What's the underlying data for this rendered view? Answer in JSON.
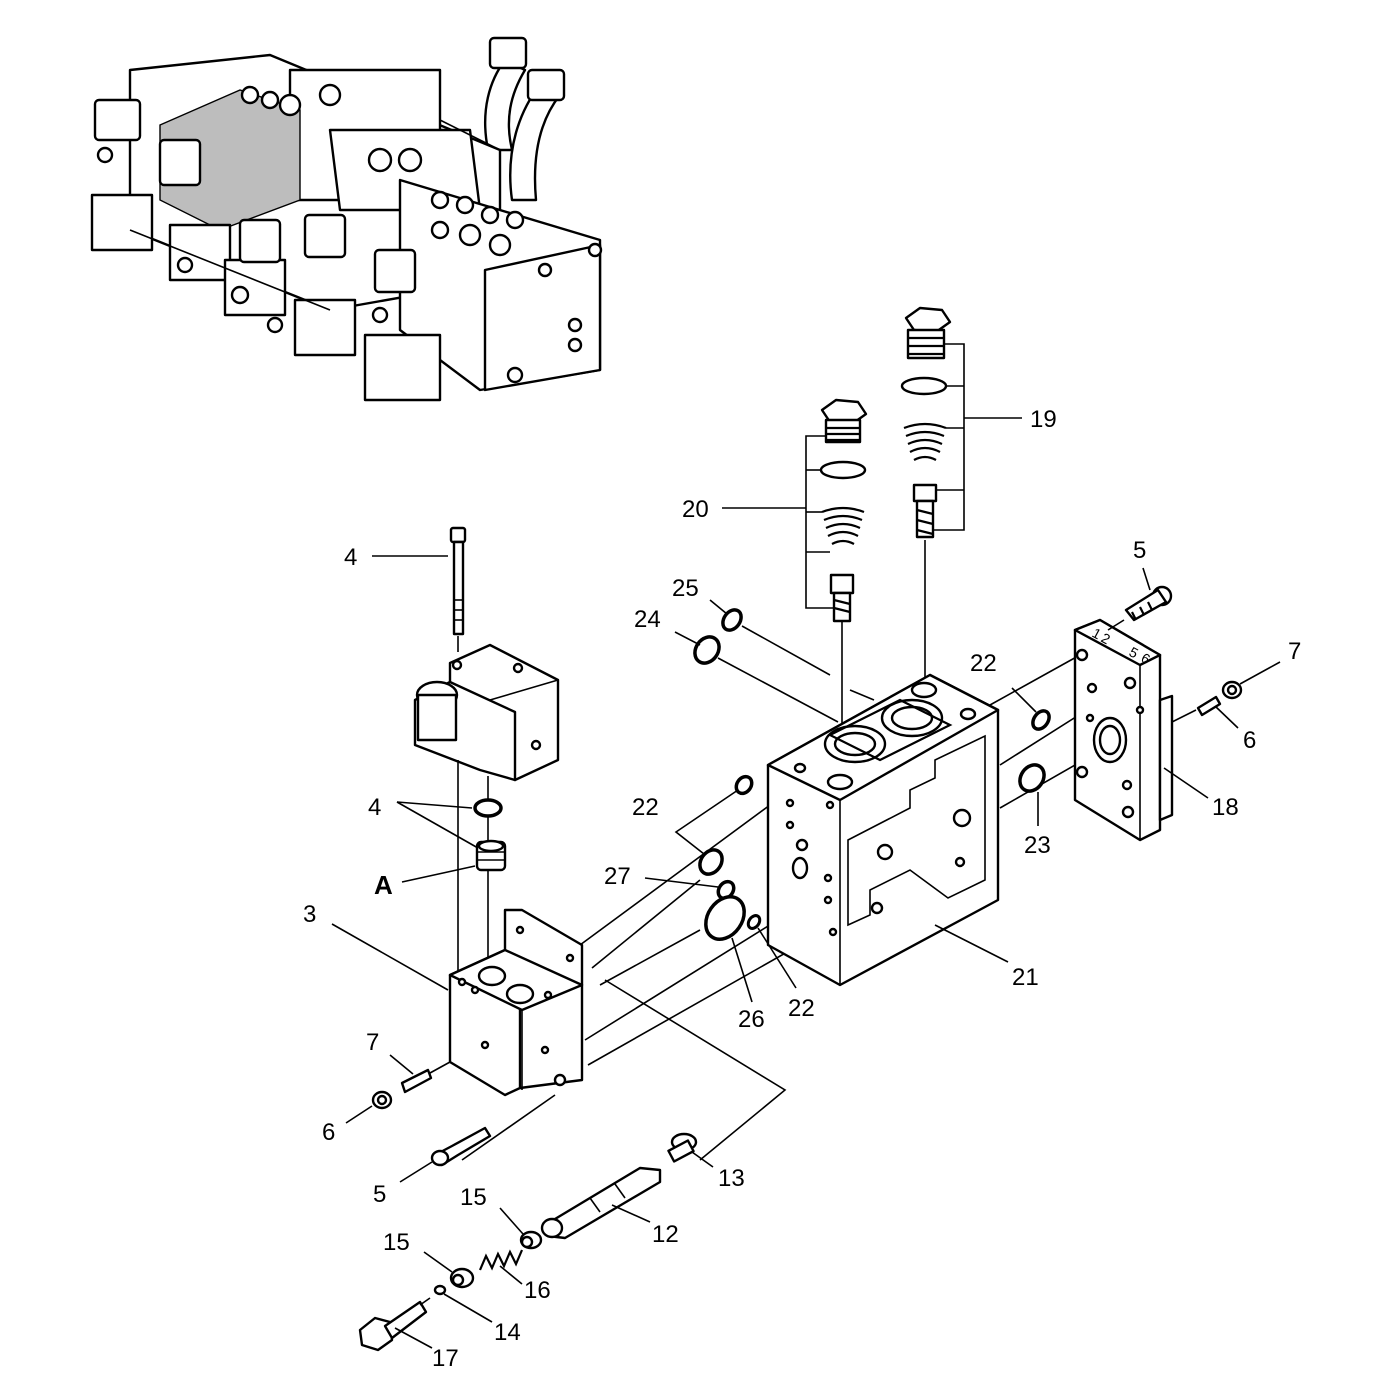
{
  "labels": {
    "l4_top": "4",
    "l4_mid": "4",
    "lA": "A",
    "l3": "3",
    "l7_left": "7",
    "l6_left": "6",
    "l5_left": "5",
    "l13": "13",
    "l15_a": "15",
    "l15_b": "15",
    "l12": "12",
    "l16": "16",
    "l14": "14",
    "l17": "17",
    "l20": "20",
    "l19": "19",
    "l25": "25",
    "l24": "24",
    "l5_right": "5",
    "l22_right": "22",
    "l7_right": "7",
    "l6_right": "6",
    "l18": "18",
    "l23": "23",
    "l22_left": "22",
    "l27": "27",
    "l26": "26",
    "l22_bottom": "22",
    "l21": "21"
  },
  "plate_marks": {
    "m1": "1",
    "m2": "2",
    "m5": "5",
    "m6": "6"
  }
}
